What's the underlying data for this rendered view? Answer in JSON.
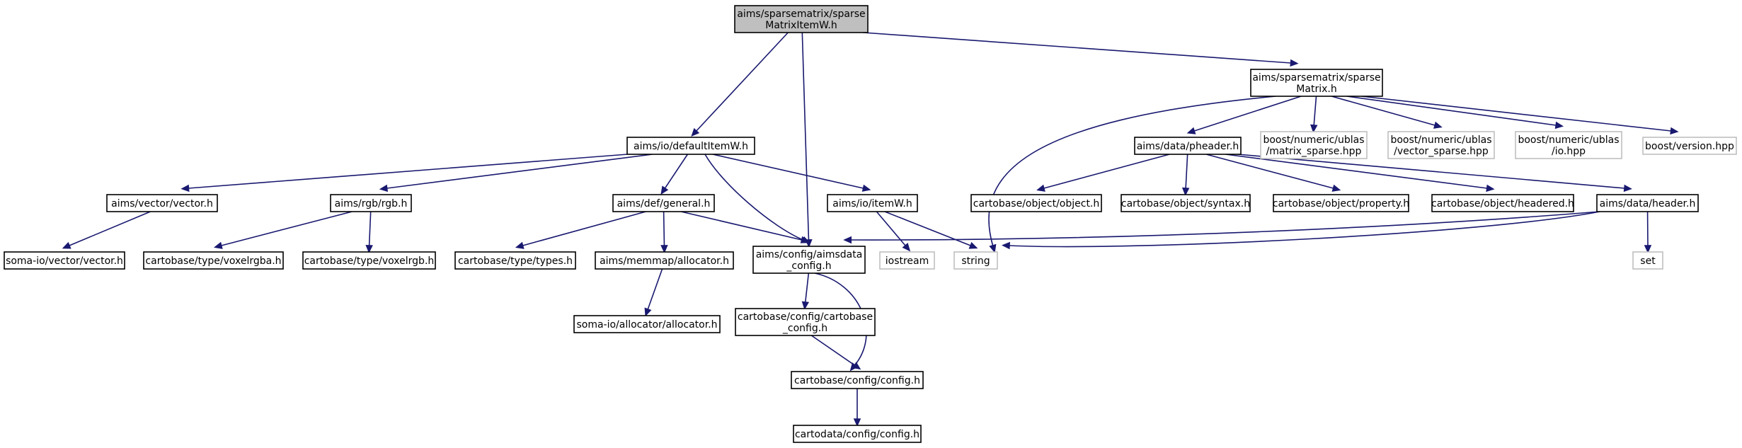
{
  "colors": {
    "edge": "#191970",
    "node_border": "#000000",
    "external_border": "#bfbfbf",
    "root_fill": "#bfbfbf",
    "node_fill": "#ffffff",
    "external_text": "#3c3c3c"
  },
  "nodes": {
    "root": {
      "lines": [
        "aims/sparsematrix/sparse",
        "MatrixItemW.h"
      ],
      "kind": "root"
    },
    "sparseMatrix": {
      "lines": [
        "aims/sparsematrix/sparse",
        "Matrix.h"
      ],
      "kind": "file"
    },
    "defaultItemW": {
      "lines": [
        "aims/io/defaultItemW.h"
      ],
      "kind": "file"
    },
    "pheader": {
      "lines": [
        "aims/data/pheader.h"
      ],
      "kind": "file"
    },
    "ublasMatrix": {
      "lines": [
        "boost/numeric/ublas",
        "/matrix_sparse.hpp"
      ],
      "kind": "external"
    },
    "ublasVector": {
      "lines": [
        "boost/numeric/ublas",
        "/vector_sparse.hpp"
      ],
      "kind": "external"
    },
    "ublasIo": {
      "lines": [
        "boost/numeric/ublas",
        "/io.hpp"
      ],
      "kind": "external"
    },
    "boostVersion": {
      "lines": [
        "boost/version.hpp"
      ],
      "kind": "external"
    },
    "vector": {
      "lines": [
        "aims/vector/vector.h"
      ],
      "kind": "file"
    },
    "rgb": {
      "lines": [
        "aims/rgb/rgb.h"
      ],
      "kind": "file"
    },
    "general": {
      "lines": [
        "aims/def/general.h"
      ],
      "kind": "file"
    },
    "itemW": {
      "lines": [
        "aims/io/itemW.h"
      ],
      "kind": "file"
    },
    "object": {
      "lines": [
        "cartobase/object/object.h"
      ],
      "kind": "file"
    },
    "syntax": {
      "lines": [
        "cartobase/object/syntax.h"
      ],
      "kind": "file"
    },
    "property": {
      "lines": [
        "cartobase/object/property.h"
      ],
      "kind": "file"
    },
    "headered": {
      "lines": [
        "cartobase/object/headered.h"
      ],
      "kind": "file"
    },
    "header": {
      "lines": [
        "aims/data/header.h"
      ],
      "kind": "file"
    },
    "somaVector": {
      "lines": [
        "soma-io/vector/vector.h"
      ],
      "kind": "file"
    },
    "voxelrgba": {
      "lines": [
        "cartobase/type/voxelrgba.h"
      ],
      "kind": "file"
    },
    "voxelrgb": {
      "lines": [
        "cartobase/type/voxelrgb.h"
      ],
      "kind": "file"
    },
    "types": {
      "lines": [
        "cartobase/type/types.h"
      ],
      "kind": "file"
    },
    "allocator": {
      "lines": [
        "aims/memmap/allocator.h"
      ],
      "kind": "file"
    },
    "aimsdataCfg": {
      "lines": [
        "aims/config/aimsdata",
        "_config.h"
      ],
      "kind": "file"
    },
    "iostream": {
      "lines": [
        "iostream"
      ],
      "kind": "external"
    },
    "string": {
      "lines": [
        "string"
      ],
      "kind": "external"
    },
    "set": {
      "lines": [
        "set"
      ],
      "kind": "external"
    },
    "somaAlloc": {
      "lines": [
        "soma-io/allocator/allocator.h"
      ],
      "kind": "file"
    },
    "cartobaseCfg": {
      "lines": [
        "cartobase/config/cartobase",
        "_config.h"
      ],
      "kind": "file"
    },
    "config": {
      "lines": [
        "cartobase/config/config.h"
      ],
      "kind": "file"
    },
    "cartodataCfg": {
      "lines": [
        "cartodata/config/config.h"
      ],
      "kind": "file"
    }
  },
  "edges": [
    [
      "root",
      "defaultItemW"
    ],
    [
      "root",
      "aimsdataCfg"
    ],
    [
      "root",
      "sparseMatrix"
    ],
    [
      "sparseMatrix",
      "pheader"
    ],
    [
      "sparseMatrix",
      "ublasMatrix"
    ],
    [
      "sparseMatrix",
      "ublasVector"
    ],
    [
      "sparseMatrix",
      "ublasIo"
    ],
    [
      "sparseMatrix",
      "boostVersion"
    ],
    [
      "sparseMatrix",
      "string"
    ],
    [
      "defaultItemW",
      "vector"
    ],
    [
      "defaultItemW",
      "rgb"
    ],
    [
      "defaultItemW",
      "general"
    ],
    [
      "defaultItemW",
      "itemW"
    ],
    [
      "defaultItemW",
      "aimsdataCfg"
    ],
    [
      "pheader",
      "object"
    ],
    [
      "pheader",
      "syntax"
    ],
    [
      "pheader",
      "property"
    ],
    [
      "pheader",
      "headered"
    ],
    [
      "pheader",
      "header"
    ],
    [
      "vector",
      "somaVector"
    ],
    [
      "rgb",
      "voxelrgba"
    ],
    [
      "rgb",
      "voxelrgb"
    ],
    [
      "general",
      "types"
    ],
    [
      "general",
      "allocator"
    ],
    [
      "general",
      "aimsdataCfg"
    ],
    [
      "itemW",
      "iostream"
    ],
    [
      "itemW",
      "string"
    ],
    [
      "header",
      "aimsdataCfg"
    ],
    [
      "header",
      "string"
    ],
    [
      "header",
      "set"
    ],
    [
      "allocator",
      "somaAlloc"
    ],
    [
      "aimsdataCfg",
      "cartobaseCfg"
    ],
    [
      "aimsdataCfg",
      "config"
    ],
    [
      "cartobaseCfg",
      "config"
    ],
    [
      "config",
      "cartodataCfg"
    ]
  ]
}
